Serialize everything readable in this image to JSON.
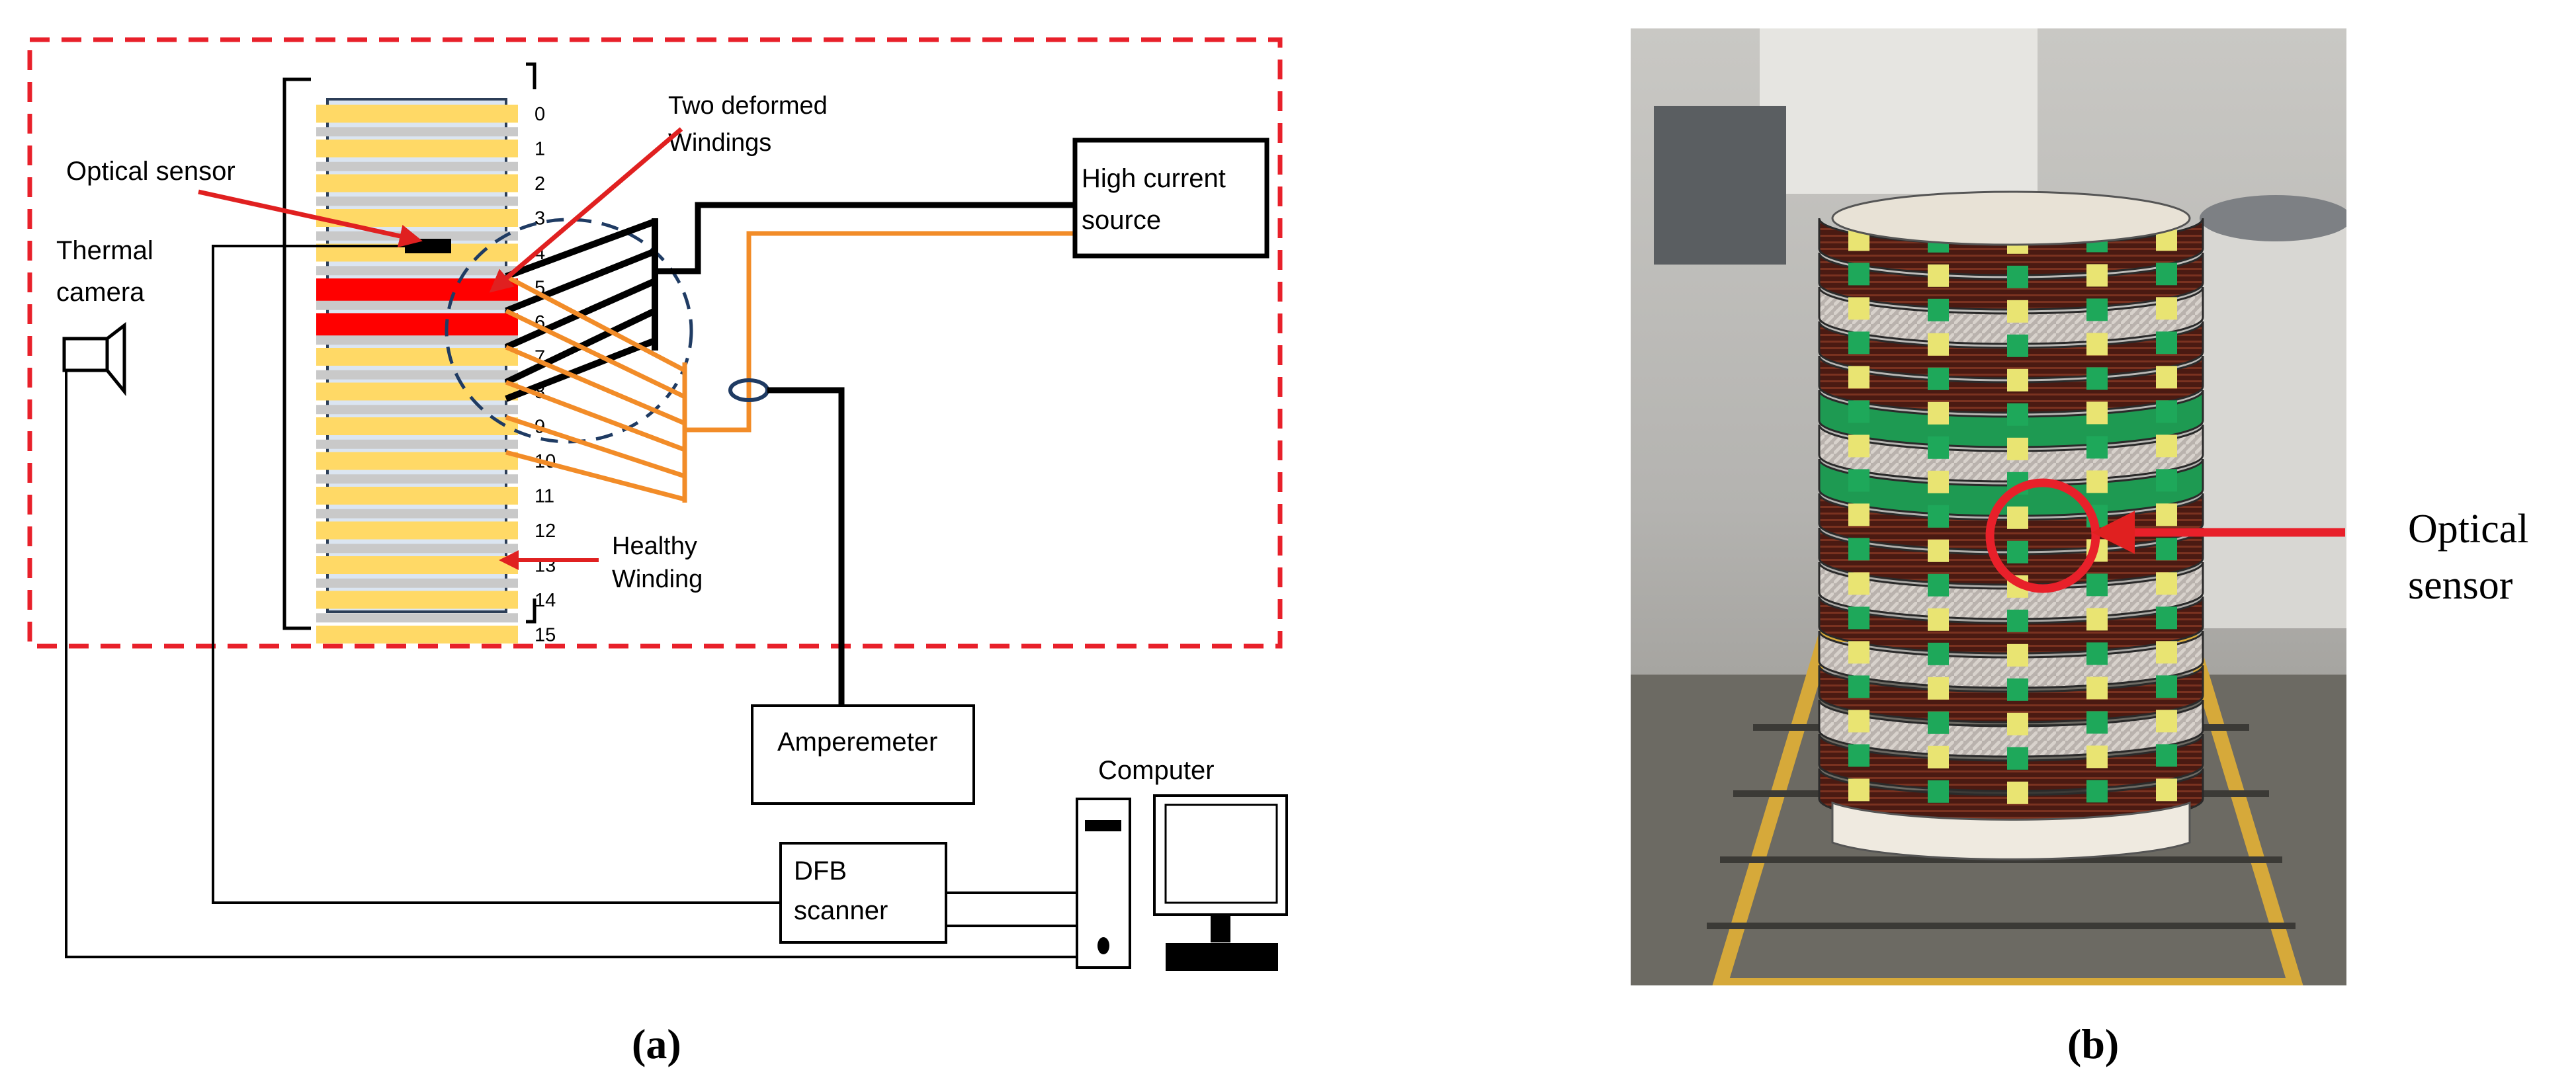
{
  "panel_a": {
    "caption": "(a)",
    "labels": {
      "optical_sensor": "Optical sensor",
      "thermal_camera_line1": "Thermal",
      "thermal_camera_line2": "camera",
      "two_deformed_line1": "Two deformed",
      "two_deformed_line2": "Windings",
      "high_current_line1": "High current",
      "high_current_line2": "source",
      "healthy_line1": "Healthy",
      "healthy_line2": "Winding",
      "amperemeter": "Amperemeter",
      "computer": "Computer",
      "dfb_line1": "DFB",
      "dfb_line2": "scanner"
    },
    "winding_numbers": [
      "0",
      "1",
      "2",
      "3",
      "4",
      "5",
      "6",
      "7",
      "8",
      "9",
      "10",
      "11",
      "12",
      "13",
      "14",
      "15"
    ],
    "colors": {
      "dashed_border": "#e8202a",
      "winding_healthy": "#ffd966",
      "winding_deformed": "#ff0000",
      "separator": "#c9c9c9",
      "core": "#dbe5f1",
      "orange_wire": "#f28c28",
      "dark_circle": "#1f3b63",
      "arrow": "#e02020"
    }
  },
  "panel_b": {
    "caption": "(b)",
    "label_line1": "Optical",
    "label_line2": "sensor",
    "colors": {
      "marker": "#e8202a"
    }
  }
}
